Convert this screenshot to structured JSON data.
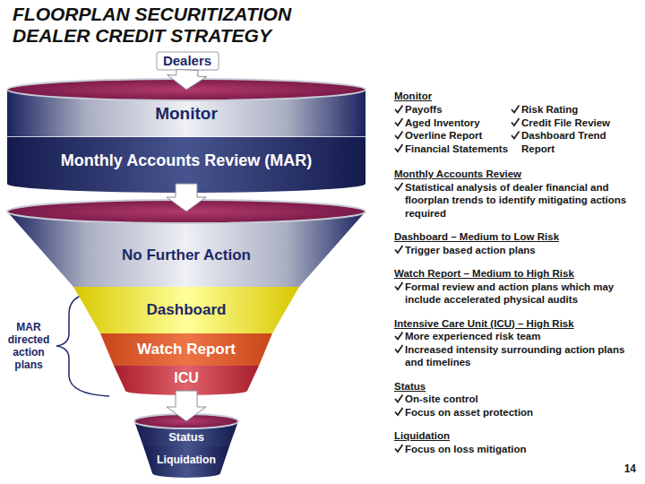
{
  "diagram": {
    "title": "FLOORPLAN SECURITIZATION DEALER CREDIT STRATEGY",
    "nodes": [
      {
        "text": [
          "Dealers"
        ]
      },
      {
        "text": [
          "Monitor"
        ]
      },
      {
        "text": [
          "Monthly Accounts Review (MAR)"
        ]
      },
      {
        "text": [
          "No Further Action"
        ]
      },
      {
        "text": [
          "Dashboard"
        ]
      },
      {
        "text": [
          "Watch Report"
        ]
      },
      {
        "text": [
          "ICU"
        ]
      },
      {
        "text": [
          "Status"
        ]
      },
      {
        "text": [
          "Liquidation"
        ]
      }
    ],
    "edges": [
      {
        "from": 0,
        "to": 1,
        "arrow": "to"
      },
      {
        "from": 2,
        "to": 3,
        "arrow": "to"
      },
      {
        "from": 6,
        "to": 7,
        "arrow": "to"
      }
    ],
    "labels": [
      "Monitor",
      "Payoffs",
      "Aged Inventory",
      "Overline Report",
      "Financial Statements",
      "Risk Rating",
      "Credit File Review",
      "Dashboard Trend Report",
      "Monthly Accounts Review",
      "Statistical analysis of dealer financial and floorplan trends to identify mitigating actions required",
      "Dashboard – Medium to Low Risk",
      "Trigger based action plans",
      "Watch Report – Medium to High Risk",
      "Formal review and action plans which may include accelerated physical audits",
      "Intensive Care Unit (ICU) – High Risk",
      "More experienced risk team",
      "Increased intensity surrounding action plans and timelines",
      "Status",
      "On-site control",
      "Focus on asset protection",
      "Liquidation",
      "Focus on loss mitigation",
      "MAR directed action plans",
      "14"
    ]
  }
}
